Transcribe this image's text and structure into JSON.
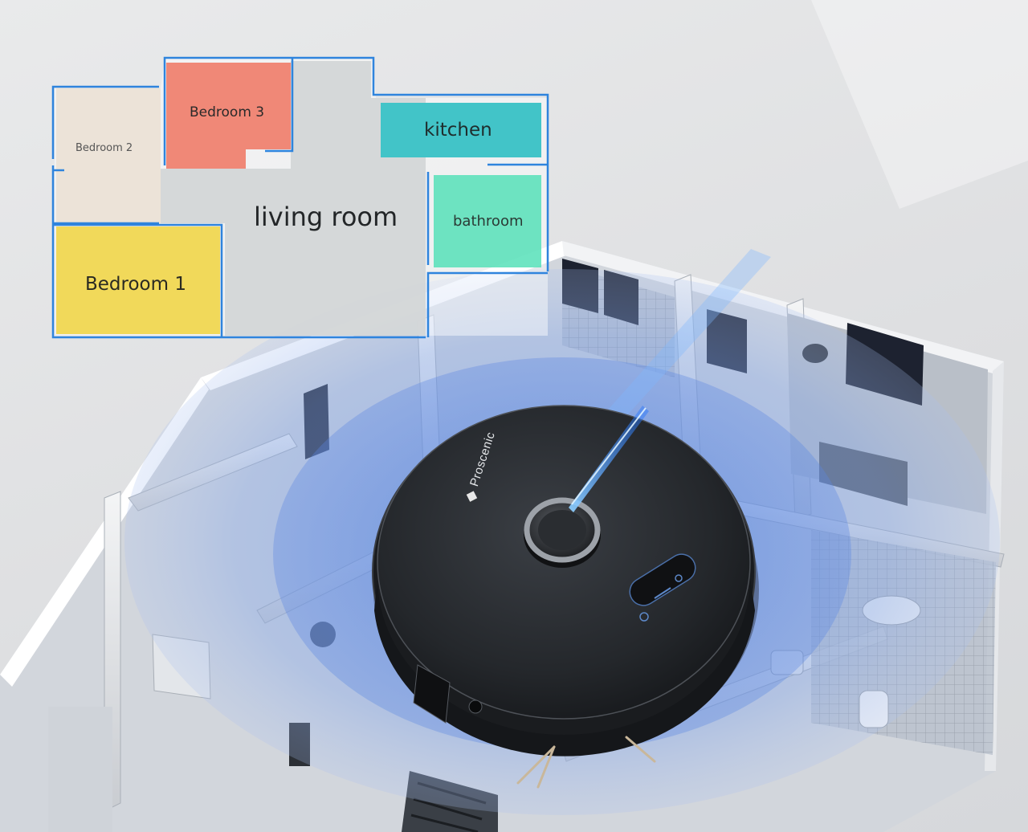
{
  "floor_map": {
    "rooms": [
      {
        "id": "bedroom-2",
        "label": "Bedroom 2",
        "color": "#ece3d8"
      },
      {
        "id": "bedroom-3",
        "label": "Bedroom 3",
        "color": "#f08877"
      },
      {
        "id": "kitchen",
        "label": "kitchen",
        "color": "#42c4c8"
      },
      {
        "id": "living-room",
        "label": "living room",
        "color": "#d3d6d7"
      },
      {
        "id": "bathroom",
        "label": "bathroom",
        "color": "#56e0b8"
      },
      {
        "id": "bedroom-1",
        "label": "Bedroom 1",
        "color": "#f1d95a"
      }
    ],
    "wall_color": "#2f84dd"
  },
  "robot": {
    "brand": "Proscenic",
    "body_color": "#2a2d31",
    "laser_color": "#2f8cff"
  },
  "scan_area_color": "#7fa3e6"
}
